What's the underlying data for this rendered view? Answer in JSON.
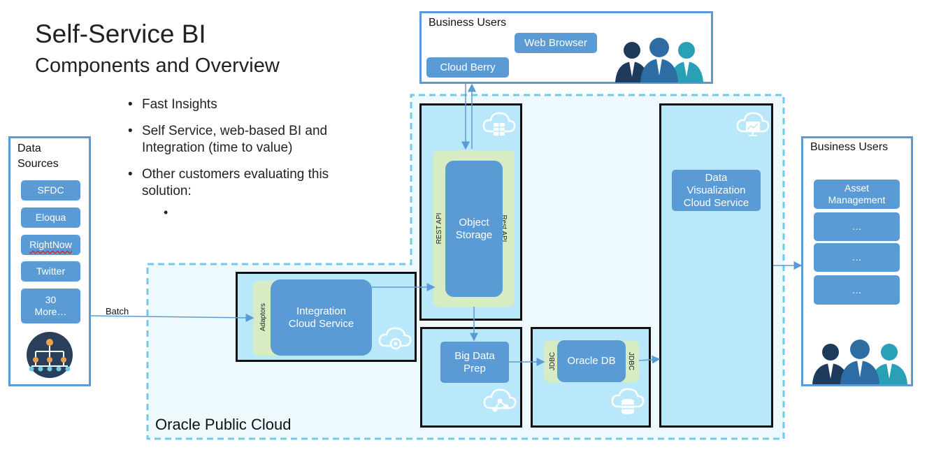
{
  "header": {
    "title": "Self-Service BI",
    "subtitle": "Components and Overview"
  },
  "bullets": [
    "Fast Insights",
    "Self Service, web-based BI and Integration (time to value)",
    "Other customers evaluating this solution:"
  ],
  "sub_bullet": "•",
  "data_sources": {
    "title": "Data\nSources",
    "items": [
      "SFDC",
      "Eloqua",
      "RightNow",
      "Twitter",
      "30\nMore…"
    ]
  },
  "batch_label": "Batch",
  "business_users_top": {
    "title": "Business Users",
    "web_browser": "Web Browser",
    "cloud_berry": "Cloud Berry"
  },
  "business_users_right": {
    "title": "Business Users",
    "items": [
      "Asset\nManagement",
      "…",
      "…",
      "…"
    ]
  },
  "integration": {
    "adaptors": "Adaptors",
    "label": "Integration\nCloud Service"
  },
  "object_storage": {
    "rest_left": "REST API",
    "rest_right": "Rest API",
    "label": "Object\nStorage"
  },
  "big_data": {
    "label": "Big Data\nPrep"
  },
  "oracle_db": {
    "label": "Oracle DB",
    "jdbc_left": "JDBC",
    "jdbc_right": "JDBC"
  },
  "dvcs": {
    "label": "Data\nVisualization\nCloud Service"
  },
  "cloud_label": "Oracle Public Cloud",
  "colors": {
    "accent": "#5b9bd5",
    "panel": "#b9e8fa",
    "dash": "#6fcbe6",
    "green": "#d7ecc3",
    "user_dark": "#1f3b5c",
    "user_mid": "#2e6da4",
    "user_teal": "#2aa0b5"
  }
}
